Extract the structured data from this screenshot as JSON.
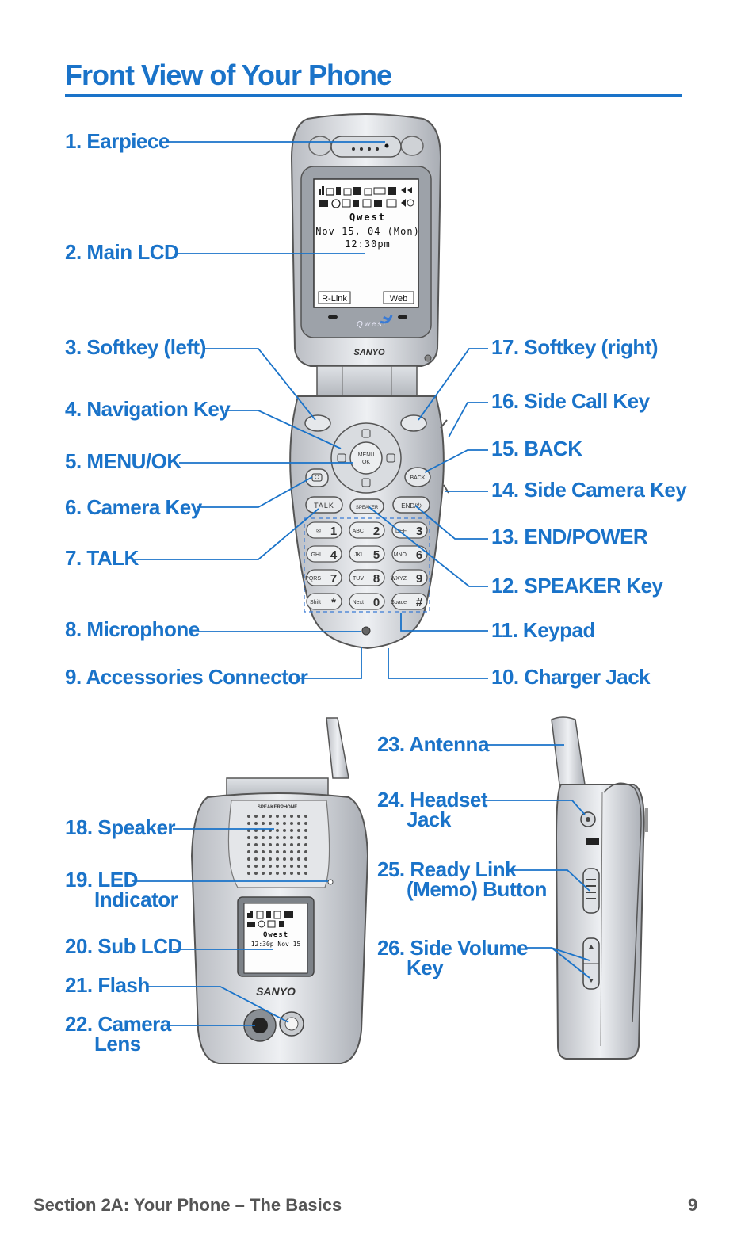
{
  "page": {
    "title": "Front View of Your Phone",
    "footer_section": "Section 2A: Your Phone – The Basics",
    "footer_page": "9"
  },
  "labels_left": [
    "1. Earpiece",
    "2. Main LCD",
    "3. Softkey (left)",
    "4. Navigation Key",
    "5. MENU/OK",
    "6. Camera Key",
    "7. TALK",
    "8. Microphone",
    "9. Accessories Connector"
  ],
  "labels_right": [
    "17. Softkey (right)",
    "16. Side Call Key",
    "15. BACK",
    "14. Side Camera Key",
    "13. END/POWER",
    "12. SPEAKER Key",
    "11. Keypad",
    "10. Charger Jack"
  ],
  "labels_closed": [
    {
      "line1": "18. Speaker",
      "line2": ""
    },
    {
      "line1": "19. LED",
      "line2": "Indicator"
    },
    {
      "line1": "20. Sub LCD",
      "line2": ""
    },
    {
      "line1": "21. Flash",
      "line2": ""
    },
    {
      "line1": "22. Camera",
      "line2": "Lens"
    }
  ],
  "labels_side": [
    {
      "line1": "23. Antenna",
      "line2": ""
    },
    {
      "line1": "24. Headset",
      "line2": "Jack"
    },
    {
      "line1": "25. Ready Link",
      "line2": "(Memo) Button"
    },
    {
      "line1": "26. Side Volume",
      "line2": "Key"
    }
  ],
  "main_lcd": {
    "carrier": "Qwest",
    "date": "Nov 15, 04 (Mon)",
    "time": "12:30pm",
    "softkey_left": "R-Link",
    "softkey_right": "Web"
  },
  "phone": {
    "brand": "SANYO",
    "hinge_brand": "Qwest",
    "nav_center_top": "MENU",
    "nav_center_bottom": "OK",
    "key_back": "BACK",
    "key_talk": "TALK",
    "key_speaker": "SPEAKER",
    "key_end": "END/⏻",
    "keys": [
      {
        "sub": "✉",
        "num": "1"
      },
      {
        "sub": "ABC",
        "num": "2"
      },
      {
        "sub": "DEF",
        "num": "3"
      },
      {
        "sub": "GHI",
        "num": "4"
      },
      {
        "sub": "JKL",
        "num": "5"
      },
      {
        "sub": "MNO",
        "num": "6"
      },
      {
        "sub": "PQRS",
        "num": "7"
      },
      {
        "sub": "TUV",
        "num": "8"
      },
      {
        "sub": "WXYZ",
        "num": "9"
      },
      {
        "sub": "Shift",
        "num": "*"
      },
      {
        "sub": "Next",
        "num": "0"
      },
      {
        "sub": "Space",
        "num": "#"
      }
    ]
  },
  "closed_phone": {
    "speaker_text": "SPEAKERPHONE",
    "brand": "SANYO",
    "sub_lcd_carrier": "Qwest",
    "sub_lcd_time": "12:30p Nov 15"
  },
  "colors": {
    "accent": "#1a73c9",
    "footer": "#555555"
  }
}
